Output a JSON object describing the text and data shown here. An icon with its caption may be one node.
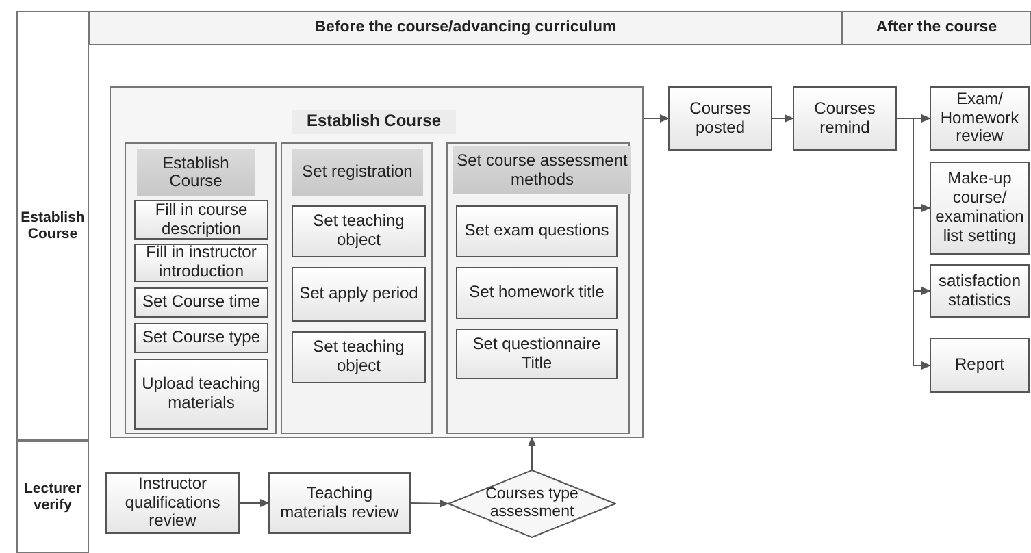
{
  "diagram": {
    "nodes": [
      {
        "text": [
          "Before the course/advancing curriculum"
        ]
      },
      {
        "text": [
          "After the course"
        ]
      },
      {
        "text": [
          "Establish Course"
        ]
      },
      {
        "text": [
          "Lecturer verify"
        ]
      },
      {
        "text": [
          "Establish Course"
        ]
      },
      {
        "text": [
          "Establish Course"
        ],
        "in": 4
      },
      {
        "text": [
          "Fill in course description"
        ],
        "in": 5
      },
      {
        "text": [
          "Fill in instructor introduction"
        ],
        "in": 5
      },
      {
        "text": [
          "Set Course time"
        ],
        "in": 5
      },
      {
        "text": [
          "Set Course type"
        ],
        "in": 5
      },
      {
        "text": [
          "Upload teaching materials"
        ],
        "in": 5
      },
      {
        "text": [
          "Set registration"
        ],
        "in": 4
      },
      {
        "text": [
          "Set teaching object"
        ],
        "in": 11
      },
      {
        "text": [
          "Set apply period"
        ],
        "in": 11
      },
      {
        "text": [
          "Set teaching object"
        ],
        "in": 11
      },
      {
        "text": [
          "Set course assessment methods"
        ],
        "in": 4
      },
      {
        "text": [
          "Set exam questions"
        ],
        "in": 15
      },
      {
        "text": [
          "Set homework title"
        ],
        "in": 15
      },
      {
        "text": [
          "Set questionnaire Title"
        ],
        "in": 15
      },
      {
        "text": [
          "Courses posted"
        ]
      },
      {
        "text": [
          "Courses remind"
        ]
      },
      {
        "text": [
          "Exam/ Homework review"
        ]
      },
      {
        "text": [
          "Make-up course/ examination list setting"
        ]
      },
      {
        "text": [
          "satisfaction statistics"
        ]
      },
      {
        "text": [
          "Report"
        ]
      },
      {
        "text": [
          "Instructor qualifications review"
        ]
      },
      {
        "text": [
          "Teaching materials review"
        ]
      },
      {
        "text": [
          "Courses type assessment"
        ]
      }
    ],
    "edges": [
      {
        "from": 4,
        "to": 19,
        "arrow": "to"
      },
      {
        "from": 19,
        "to": 20,
        "arrow": "to"
      },
      {
        "from": 20,
        "to": 21,
        "arrow": "to"
      },
      {
        "from": 20,
        "to": 22,
        "arrow": "to"
      },
      {
        "from": 20,
        "to": 23,
        "arrow": "to"
      },
      {
        "from": 20,
        "to": 24,
        "arrow": "to"
      },
      {
        "from": 25,
        "to": 26,
        "arrow": "to"
      },
      {
        "from": 26,
        "to": 27,
        "arrow": "to"
      },
      {
        "from": 27,
        "to": 4,
        "arrow": "to"
      }
    ]
  }
}
